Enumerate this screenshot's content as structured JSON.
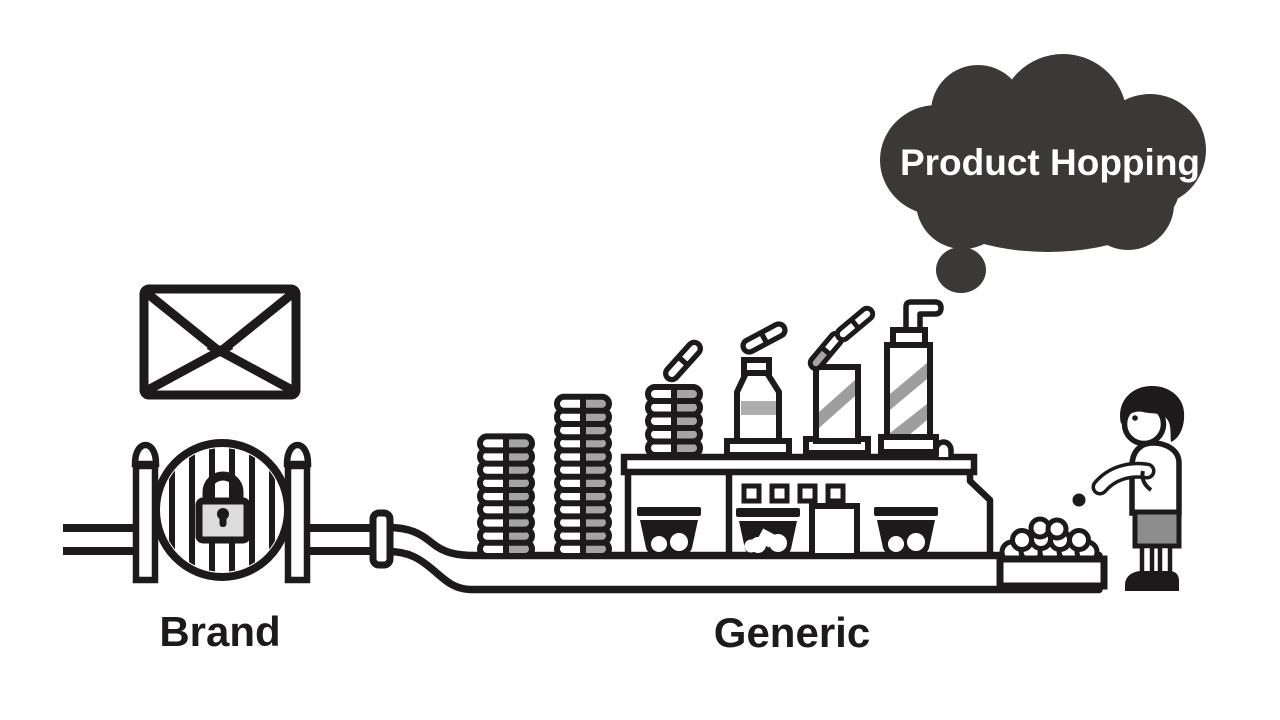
{
  "title": "Product Hopping illustration",
  "thought_bubble": {
    "text": "Product Hopping"
  },
  "labels": {
    "brand": "Brand",
    "generic": "Generic"
  },
  "colors": {
    "background": "#ffffff",
    "ink": "#1c1a1a",
    "cloud": "#3b3838",
    "cloud_text": "#ffffff",
    "capsule_gray": "#a4a4a4",
    "stripe_gray": "#9e9e9e",
    "band_gray": "#adadad",
    "lock_gray": "#dcdcdc",
    "shorts_gray": "#8d8d8d"
  },
  "scene_elements": [
    "thought-bubble",
    "envelope-icon",
    "brand-gate-barrel",
    "padlock-icon",
    "pipe",
    "conveyor-belt",
    "capsule-stack",
    "generic-factory",
    "pill-hopper",
    "pill-stack",
    "pill-bottle",
    "pill-jar",
    "pump-dispenser",
    "pill-tray",
    "person-figure",
    "pill-dot"
  ]
}
